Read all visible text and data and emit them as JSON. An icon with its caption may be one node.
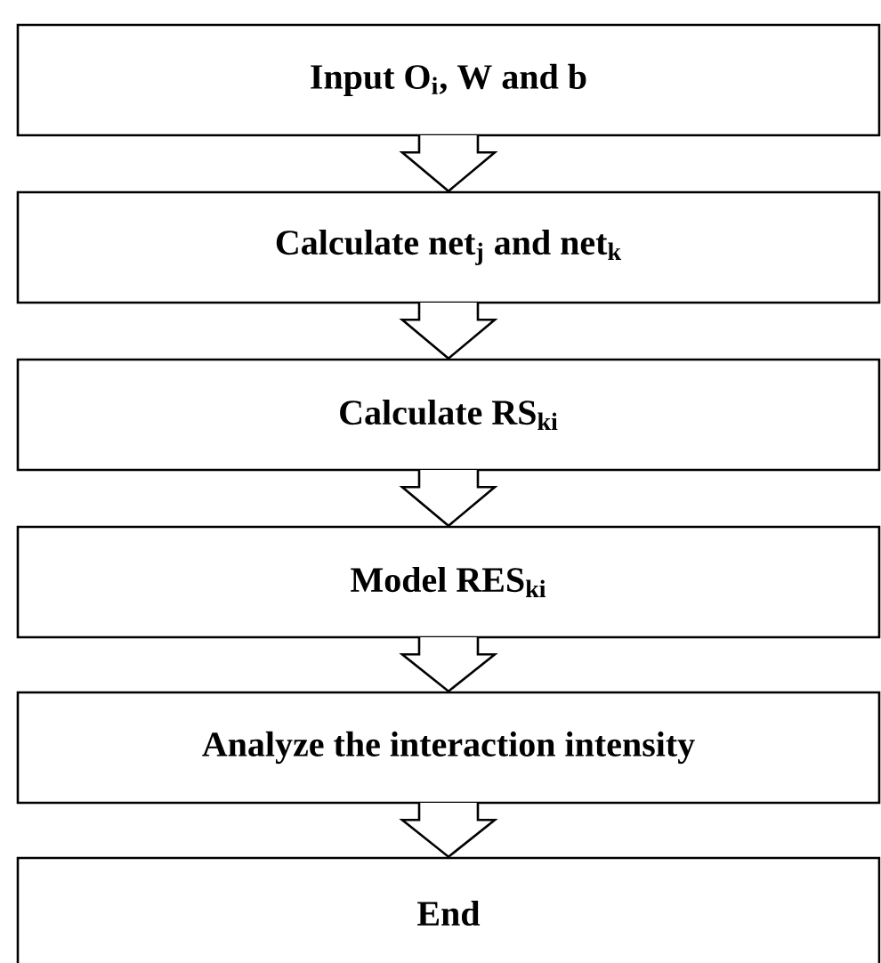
{
  "diagram": {
    "nodes": [
      {
        "text": [
          "Input O$_{i}$, W and b"
        ]
      },
      {
        "text": [
          "Calculate net$_{j}$ and net$_{k}$"
        ]
      },
      {
        "text": [
          "Calculate RS$_{ki}$"
        ]
      },
      {
        "text": [
          "Model RES$_{ki}$"
        ]
      },
      {
        "text": [
          "Analyze the interaction intensity"
        ]
      },
      {
        "text": [
          "End"
        ]
      }
    ],
    "edges": [
      {
        "from": 0,
        "to": 1,
        "arrow": "to"
      },
      {
        "from": 1,
        "to": 2,
        "arrow": "to"
      },
      {
        "from": 2,
        "to": 3,
        "arrow": "to"
      },
      {
        "from": 3,
        "to": 4,
        "arrow": "to"
      },
      {
        "from": 4,
        "to": 5,
        "arrow": "to"
      }
    ]
  }
}
